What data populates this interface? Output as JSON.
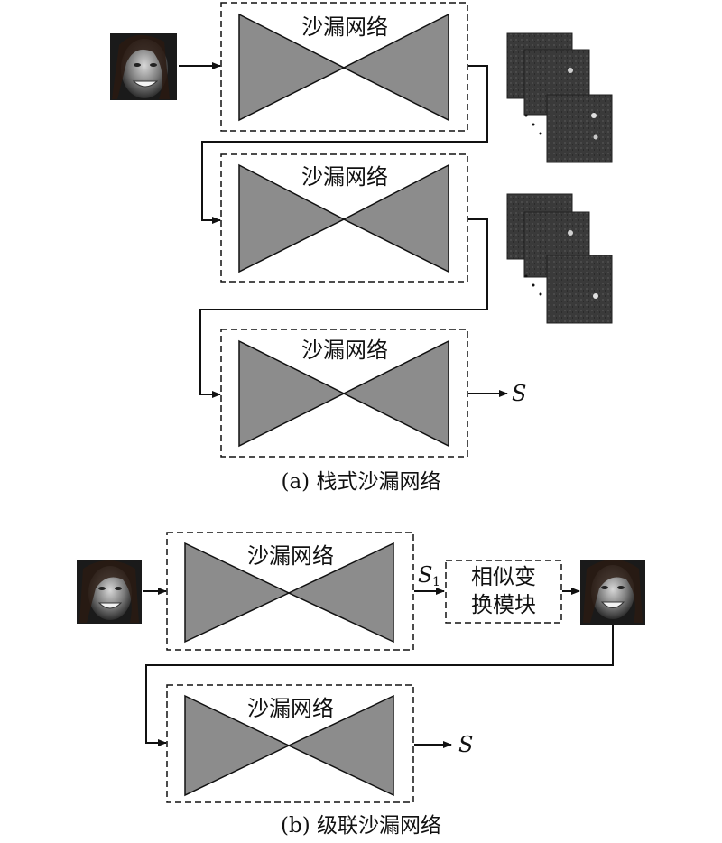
{
  "panel_a": {
    "blocks": [
      {
        "label": "沙漏网络"
      },
      {
        "label": "沙漏网络"
      },
      {
        "label": "沙漏网络"
      }
    ],
    "output_symbol": "S",
    "caption": "(a) 栈式沙漏网络"
  },
  "panel_b": {
    "blocks": [
      {
        "label": "沙漏网络"
      },
      {
        "label": "沙漏网络"
      }
    ],
    "intermediate_symbol": "S",
    "intermediate_subscript": "1",
    "transform_module": {
      "line1": "相似变",
      "line2": "换模块"
    },
    "output_symbol": "S",
    "caption": "(b) 级联沙漏网络"
  },
  "colors": {
    "hourglass_fill": "#8c8c8c",
    "line": "#111111",
    "heatmap": "#3a3a3a"
  }
}
